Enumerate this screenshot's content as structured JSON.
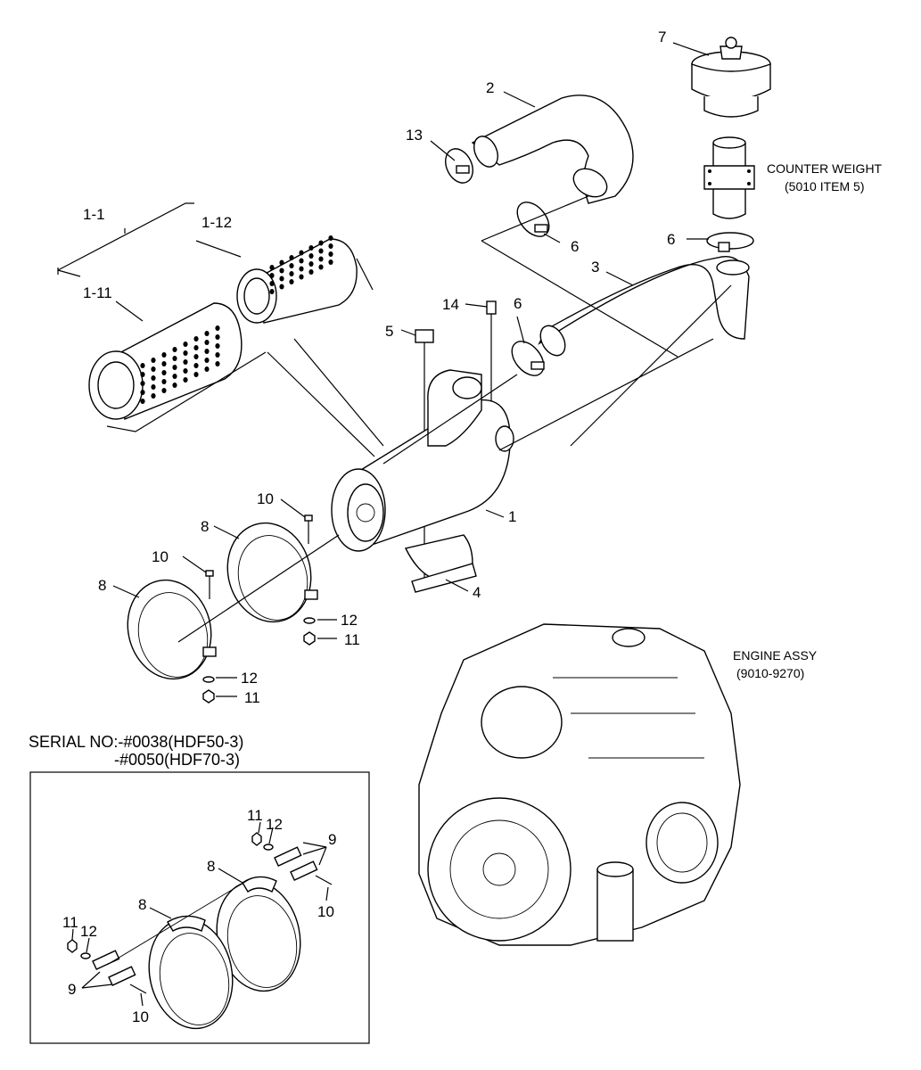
{
  "labels": {
    "l7": "7",
    "l2": "2",
    "l13": "13",
    "l6a": "6",
    "l6b": "6",
    "l6c": "6",
    "l3": "3",
    "l14": "14",
    "l5": "5",
    "l1_1": "1-1",
    "l1_12": "1-12",
    "l1_11": "1-11",
    "l1": "1",
    "l4": "4",
    "l10a": "10",
    "l10b": "10",
    "l8a": "8",
    "l8b": "8",
    "l12a": "12",
    "l11a": "11",
    "l12b": "12",
    "l11b": "11",
    "in11a": "11",
    "in12a": "12",
    "in9a": "9",
    "in8a": "8",
    "in10a": "10",
    "in8b": "8",
    "in11b": "11",
    "in12b": "12",
    "in9b": "9",
    "in10b": "10"
  },
  "notes": {
    "counter_weight_line1": "COUNTER WEIGHT",
    "counter_weight_line2": "(5010 ITEM 5)",
    "engine_assy_line1": "ENGINE ASSY",
    "engine_assy_line2": "(9010-9270)",
    "serial_line1": "SERIAL NO:-#0038(HDF50-3)",
    "serial_line2": "-#0050(HDF70-3)"
  }
}
